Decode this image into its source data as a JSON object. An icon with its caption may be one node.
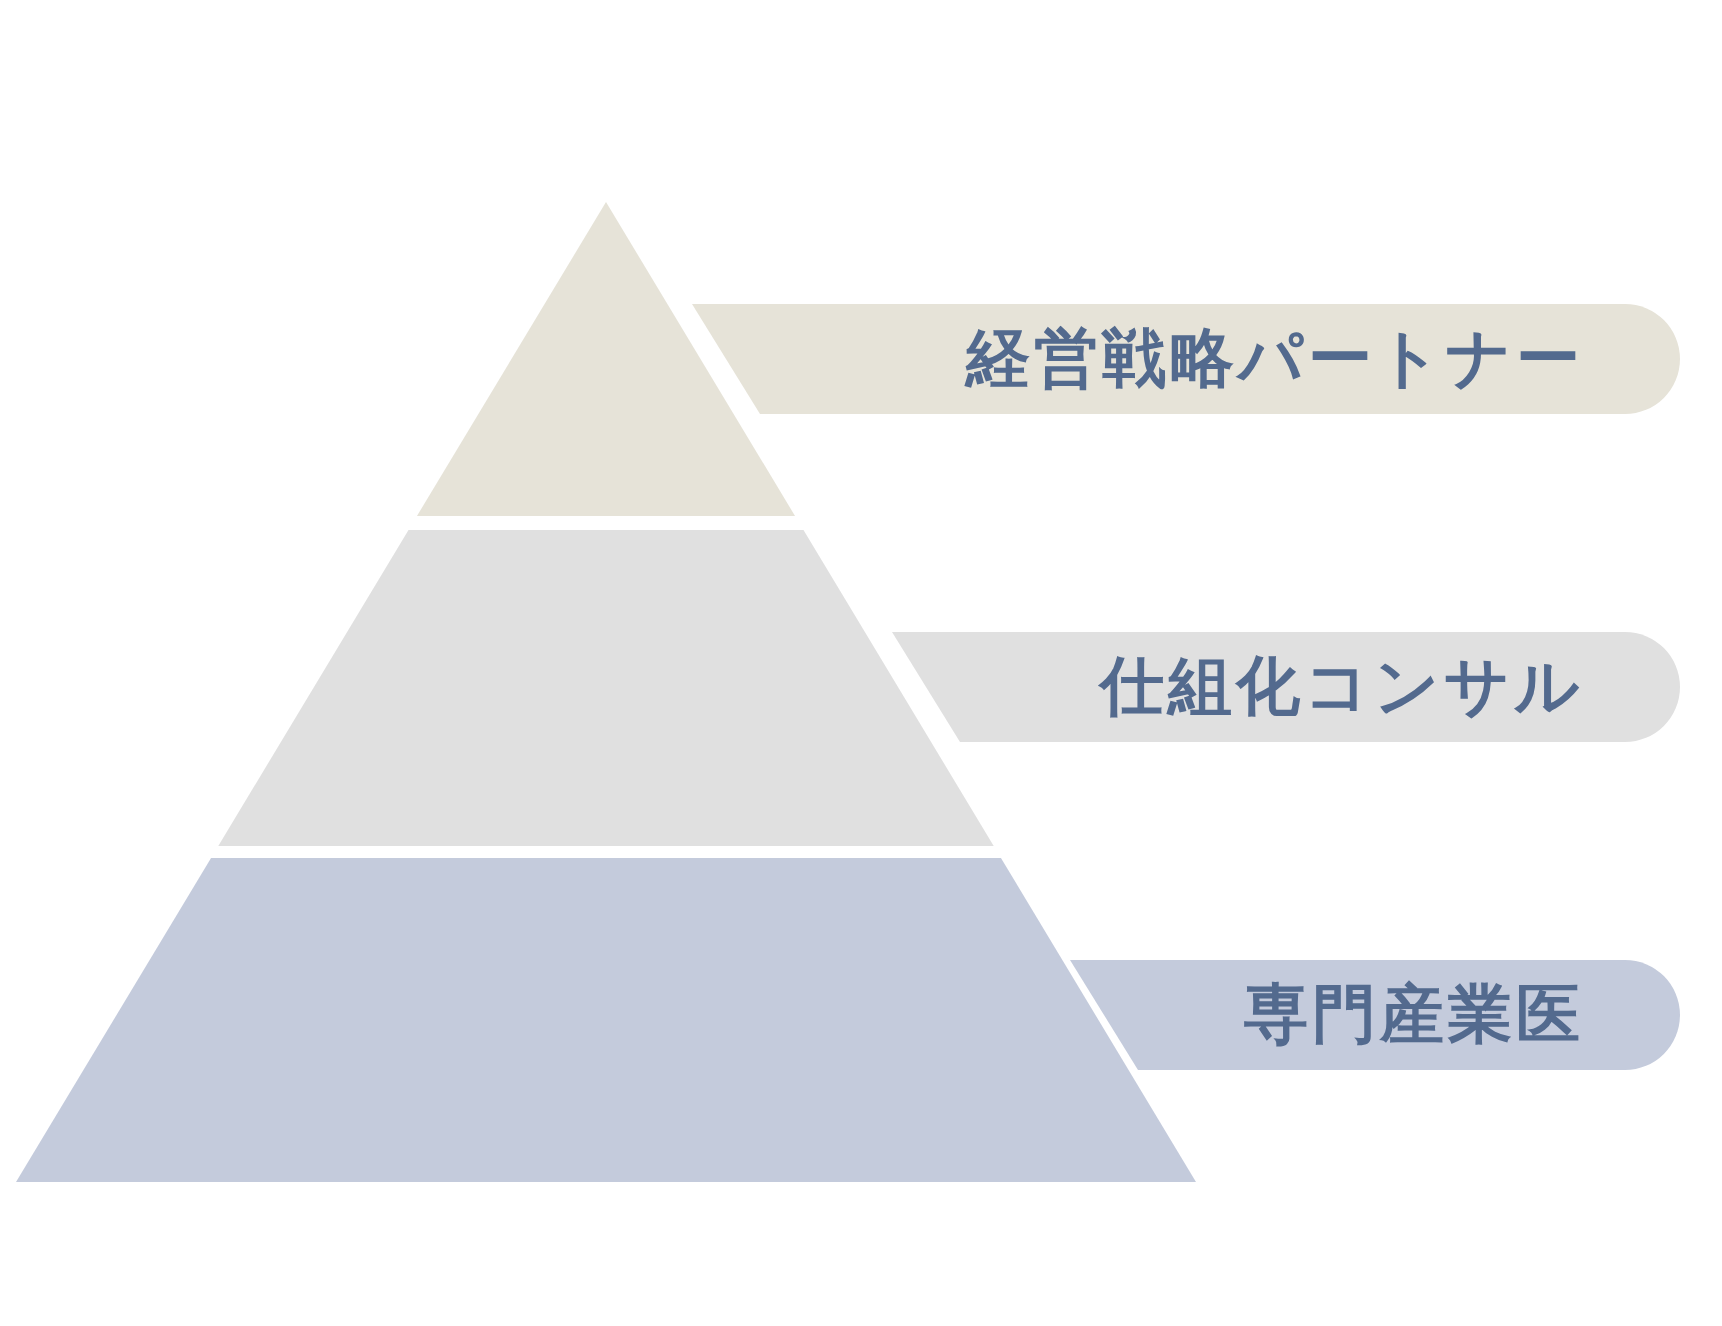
{
  "diagram": {
    "nodes": [
      {
        "text": [
          "経営戦略パートナー"
        ]
      },
      {
        "text": [
          "仕組化コンサル"
        ]
      },
      {
        "text": [
          "専門産業医"
        ]
      }
    ]
  }
}
